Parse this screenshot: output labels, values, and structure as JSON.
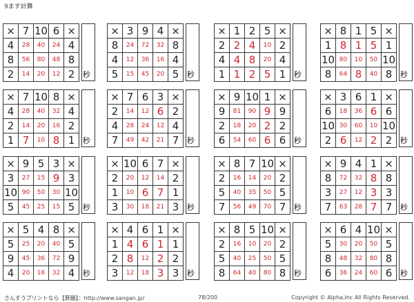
{
  "header": {
    "title": "9ます計算"
  },
  "operator": "×",
  "seconds_label": "秒",
  "problems": [
    {
      "top": [
        "7",
        "10",
        "6"
      ],
      "left": [
        "4",
        "8",
        "2"
      ],
      "cells": [
        [
          "28",
          "40",
          "24"
        ],
        [
          "56",
          "80",
          "48"
        ],
        [
          "14",
          "20",
          "12"
        ]
      ]
    },
    {
      "top": [
        "3",
        "9",
        "4"
      ],
      "left": [
        "8",
        "4",
        "5"
      ],
      "cells": [
        [
          "24",
          "72",
          "32"
        ],
        [
          "12",
          "36",
          "16"
        ],
        [
          "15",
          "45",
          "20"
        ]
      ]
    },
    {
      "top": [
        "1",
        "2",
        "5"
      ],
      "left": [
        "2",
        "4",
        "1"
      ],
      "cells": [
        [
          "2",
          "4",
          "10"
        ],
        [
          "4",
          "8",
          "20"
        ],
        [
          "1",
          "2",
          "5"
        ]
      ]
    },
    {
      "top": [
        "8",
        "1",
        "5"
      ],
      "left": [
        "1",
        "10",
        "8"
      ],
      "cells": [
        [
          "8",
          "1",
          "5"
        ],
        [
          "80",
          "10",
          "50"
        ],
        [
          "64",
          "8",
          "40"
        ]
      ]
    },
    {
      "top": [
        "7",
        "10",
        "8"
      ],
      "left": [
        "4",
        "2",
        "1"
      ],
      "cells": [
        [
          "28",
          "40",
          "32"
        ],
        [
          "14",
          "20",
          "16"
        ],
        [
          "7",
          "10",
          "8"
        ]
      ]
    },
    {
      "top": [
        "7",
        "6",
        "3"
      ],
      "left": [
        "2",
        "4",
        "7"
      ],
      "cells": [
        [
          "14",
          "12",
          "6"
        ],
        [
          "28",
          "24",
          "12"
        ],
        [
          "49",
          "42",
          "21"
        ]
      ]
    },
    {
      "top": [
        "9",
        "10",
        "1"
      ],
      "left": [
        "9",
        "2",
        "6"
      ],
      "cells": [
        [
          "81",
          "90",
          "9"
        ],
        [
          "18",
          "20",
          "2"
        ],
        [
          "54",
          "60",
          "6"
        ]
      ]
    },
    {
      "top": [
        "3",
        "6",
        "1"
      ],
      "left": [
        "6",
        "10",
        "2"
      ],
      "cells": [
        [
          "18",
          "36",
          "6"
        ],
        [
          "30",
          "60",
          "10"
        ],
        [
          "6",
          "12",
          "2"
        ]
      ]
    },
    {
      "top": [
        "9",
        "5",
        "3"
      ],
      "left": [
        "3",
        "10",
        "5"
      ],
      "cells": [
        [
          "27",
          "15",
          "9"
        ],
        [
          "90",
          "50",
          "30"
        ],
        [
          "45",
          "25",
          "15"
        ]
      ]
    },
    {
      "top": [
        "10",
        "6",
        "7"
      ],
      "left": [
        "2",
        "1",
        "3"
      ],
      "cells": [
        [
          "20",
          "12",
          "14"
        ],
        [
          "10",
          "6",
          "7"
        ],
        [
          "30",
          "18",
          "21"
        ]
      ]
    },
    {
      "top": [
        "8",
        "7",
        "10"
      ],
      "left": [
        "2",
        "5",
        "7"
      ],
      "cells": [
        [
          "16",
          "14",
          "20"
        ],
        [
          "40",
          "35",
          "50"
        ],
        [
          "56",
          "49",
          "70"
        ]
      ]
    },
    {
      "top": [
        "9",
        "4",
        "1"
      ],
      "left": [
        "8",
        "3",
        "7"
      ],
      "cells": [
        [
          "72",
          "32",
          "8"
        ],
        [
          "27",
          "12",
          "3"
        ],
        [
          "63",
          "28",
          "7"
        ]
      ]
    },
    {
      "top": [
        "5",
        "4",
        "8"
      ],
      "left": [
        "5",
        "9",
        "4"
      ],
      "cells": [
        [
          "25",
          "20",
          "40"
        ],
        [
          "45",
          "36",
          "72"
        ],
        [
          "20",
          "16",
          "32"
        ]
      ]
    },
    {
      "top": [
        "4",
        "6",
        "1"
      ],
      "left": [
        "1",
        "2",
        "3"
      ],
      "cells": [
        [
          "4",
          "6",
          "1"
        ],
        [
          "8",
          "12",
          "2"
        ],
        [
          "12",
          "18",
          "3"
        ]
      ]
    },
    {
      "top": [
        "8",
        "5",
        "10"
      ],
      "left": [
        "2",
        "5",
        "8"
      ],
      "cells": [
        [
          "16",
          "10",
          "20"
        ],
        [
          "40",
          "25",
          "50"
        ],
        [
          "64",
          "40",
          "80"
        ]
      ]
    },
    {
      "top": [
        "6",
        "4",
        "10"
      ],
      "left": [
        "5",
        "8",
        "6"
      ],
      "cells": [
        [
          "30",
          "20",
          "50"
        ],
        [
          "48",
          "32",
          "80"
        ],
        [
          "36",
          "24",
          "60"
        ]
      ]
    }
  ],
  "footer": {
    "left": "さんすうプリントなら【算願】：http://www.sangan.jp/",
    "page": "78/200",
    "right": "Copyright © Alpha,Inc All Rights Reserved."
  }
}
